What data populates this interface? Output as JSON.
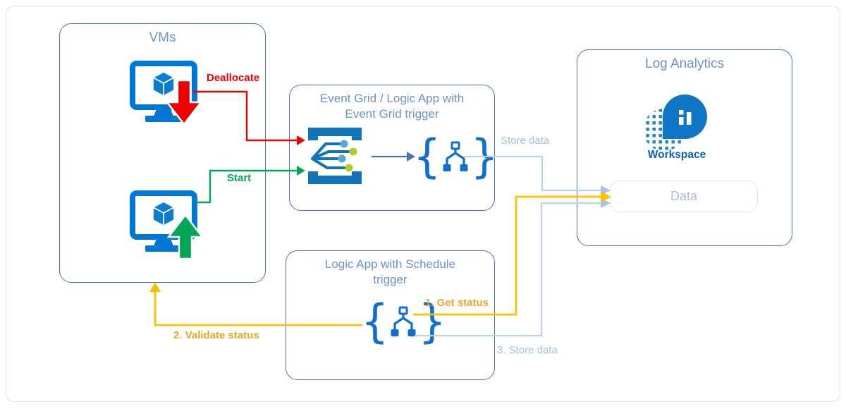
{
  "boxes": {
    "vms": {
      "title": "VMs"
    },
    "event_grid_logic_app": {
      "title": "Event Grid / Logic App with\nEvent Grid trigger"
    },
    "log_analytics": {
      "title": "Log Analytics",
      "workspace_label": "Workspace",
      "data_label": "Data"
    },
    "schedule_logic_app": {
      "title": "Logic App with Schedule\ntrigger"
    }
  },
  "flow_labels": {
    "deallocate": "Deallocate",
    "start": "Start",
    "store_data": "Store data",
    "get_status": "1. Get status",
    "validate_status": "2. Validate status",
    "store_data_3": "3. Store data"
  },
  "icons": {
    "logic_app_brace_left": "{",
    "logic_app_brace_right": "}",
    "names": [
      "vm-monitor-icon",
      "deallocate-arrow-icon",
      "start-arrow-icon",
      "event-grid-icon",
      "logic-app-icon",
      "log-analytics-workspace-icon"
    ]
  },
  "colors": {
    "box_border": "#4472c4",
    "box_title": "#6d92cb",
    "outer_border": "#e2e2e2",
    "red": "#ee0000",
    "green": "#00a651",
    "yellow": "#ffc000",
    "yellow_label": "#eca428",
    "flow_line": "#bdd2ea",
    "flow_arrowhead": "#a9c2e3",
    "flow_label": "#a6bdda",
    "azure_blue": "#0078d4",
    "event_grid_blue": "#1173b9",
    "dot_light_blue": "#56a8dd",
    "dot_green": "#b3cb2d",
    "logic_app_blue": "#0e6fd0",
    "workspace_text": "#0d64ad",
    "data_border": "#dce6f4",
    "data_text": "#aebdd9",
    "connector_blue": "#4a6fc3"
  }
}
